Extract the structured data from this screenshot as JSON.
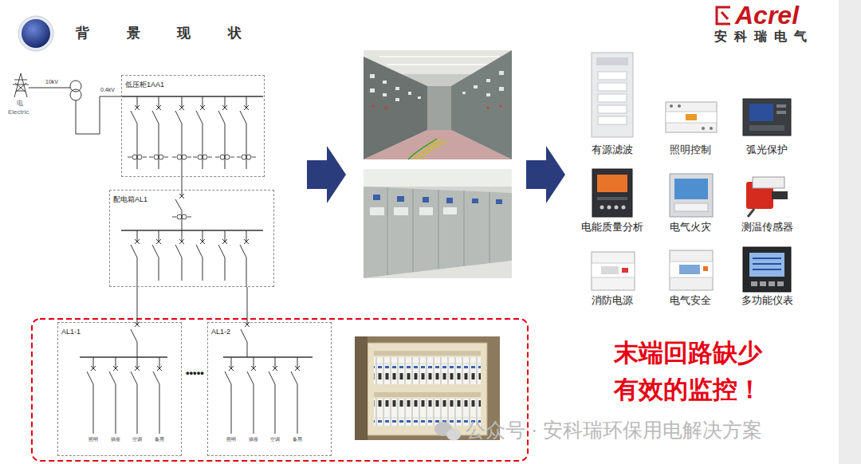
{
  "diagram": {
    "title": "背 景 现 状",
    "nodes": [
      {
        "text": [
          "低压柜1AA1"
        ]
      },
      {
        "text": [
          "配电箱AL1"
        ]
      },
      {
        "text": [
          "AL1-1"
        ]
      },
      {
        "text": [
          "AL1-2"
        ]
      }
    ],
    "edges": [
      {
        "from": 0,
        "to": 1,
        "arrow": "none"
      },
      {
        "from": 1,
        "to": 2,
        "arrow": "none"
      },
      {
        "from": 1,
        "to": 3,
        "arrow": "none"
      }
    ],
    "labels": [
      "Acrel",
      "安科瑞电气",
      "电",
      "Electric",
      "10kV",
      "0.4kV",
      "照明",
      "插座",
      "空调",
      "备用",
      "照明",
      "插座",
      "空调",
      "备用",
      "•••••",
      "有源滤波",
      "照明控制",
      "弧光保护",
      "电能质量分析",
      "电气火灾",
      "测温传感器",
      "消防电源",
      "电气安全",
      "多功能仪表",
      "末端回路缺少 有效的监控！",
      "公众号 · 安科瑞环保用电解决方案"
    ]
  }
}
